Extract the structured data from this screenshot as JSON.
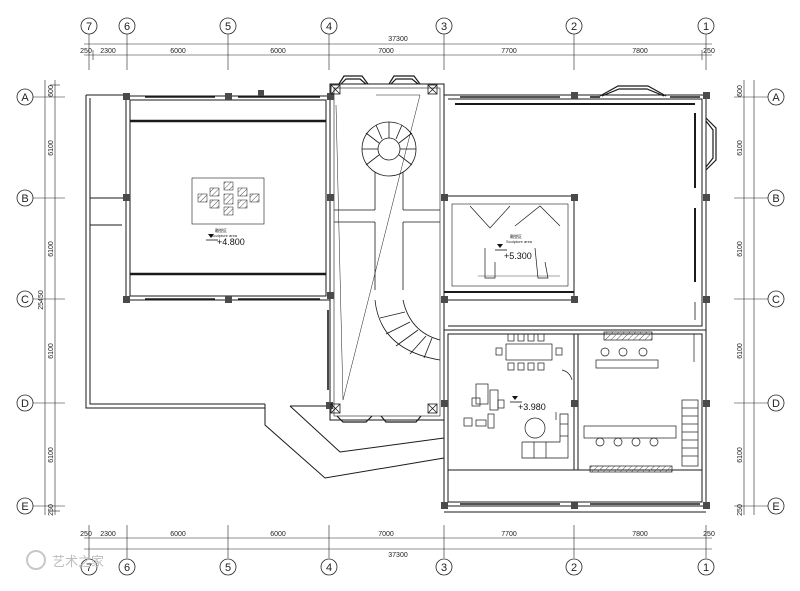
{
  "grid_columns": [
    "7",
    "6",
    "5",
    "4",
    "3",
    "2",
    "1"
  ],
  "grid_rows": [
    "A",
    "B",
    "C",
    "D",
    "E"
  ],
  "dims": {
    "overall_width": "37300",
    "overall_depth": "25450",
    "column_spans": [
      "250",
      "2300",
      "6000",
      "6000",
      "7000",
      "7700",
      "7800",
      "250"
    ],
    "row_spans_left": [
      "600",
      "6100",
      "6100",
      "6100",
      "6100",
      "250"
    ],
    "row_spans_right": [
      "600",
      "6100",
      "6100",
      "6100",
      "6100",
      "250"
    ]
  },
  "rooms": {
    "sculpture_area_left": {
      "label": "雕塑区",
      "sublabel": "Sculpture area",
      "level": "+4.800"
    },
    "sculpture_area_center": {
      "label": "雕塑区",
      "sublabel": "Sculpture area",
      "level": "+5.300"
    },
    "office": {
      "level": "+3.980"
    }
  },
  "watermark": {
    "text": "艺术之家"
  },
  "colors": {
    "line": "#1a1a1a",
    "column": "#4a4a4a",
    "hatch": "#555555"
  }
}
